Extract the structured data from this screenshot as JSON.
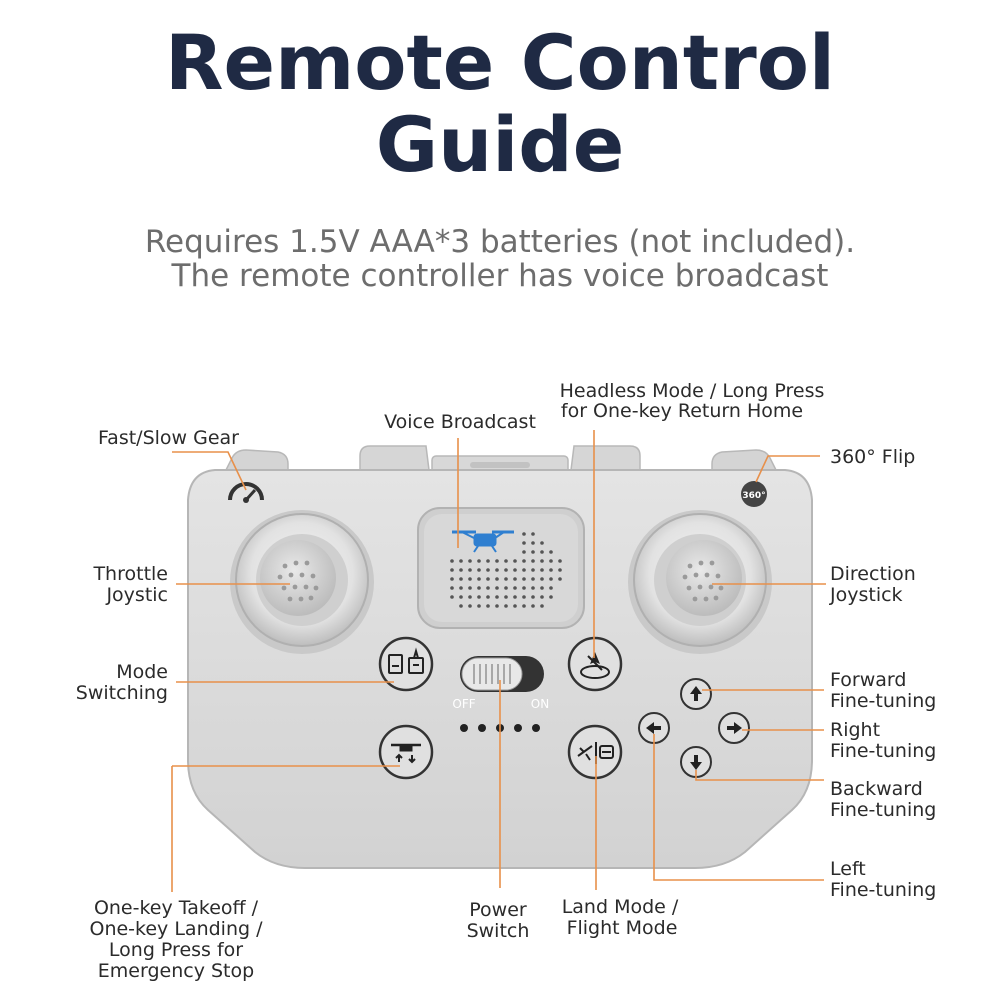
{
  "header": {
    "title_line1": "Remote Control",
    "title_line2": "Guide",
    "subtitle_line1": "Requires 1.5V AAA*3 batteries (not included).",
    "subtitle_line2": "The remote controller has voice broadcast"
  },
  "controller": {
    "switch_off": "OFF",
    "switch_on": "ON",
    "flip_badge": "360°"
  },
  "labels": {
    "fast_slow_gear": "Fast/Slow Gear",
    "voice_broadcast": "Voice Broadcast",
    "headless_1": "Headless Mode / Long Press",
    "headless_2": "for One-key Return Home",
    "flip_360": "360° Flip",
    "throttle_1": "Throttle",
    "throttle_2": "Joystic",
    "direction_1": "Direction",
    "direction_2": "Joystick",
    "mode_1": "Mode",
    "mode_2": "Switching",
    "forward_1": "Forward",
    "forward_2": "Fine-tuning",
    "right_1": "Right",
    "right_2": "Fine-tuning",
    "backward_1": "Backward",
    "backward_2": "Fine-tuning",
    "left_1": "Left",
    "left_2": "Fine-tuning",
    "takeoff_1": "One-key Takeoff /",
    "takeoff_2": "One-key Landing /",
    "takeoff_3": "Long Press for",
    "takeoff_4": "Emergency Stop",
    "power_1": "Power",
    "power_2": "Switch",
    "land_1": "Land Mode /",
    "land_2": "Flight Mode"
  },
  "colors": {
    "title": "#1f2a44",
    "subtitle": "#6d6d6d",
    "callout_line": "#e8904a",
    "controller_body": "#dcdcdc",
    "voice_icon": "#2f7fd0"
  }
}
